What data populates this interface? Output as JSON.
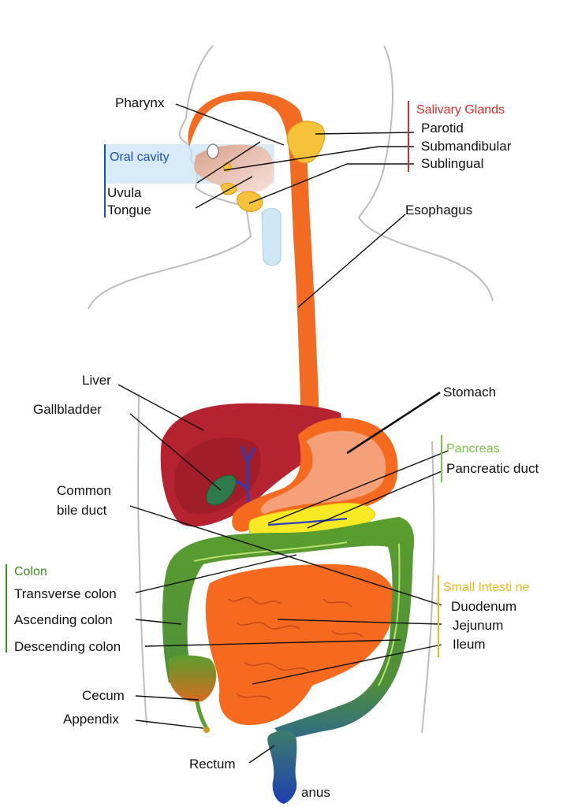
{
  "labels": {
    "pharynx": "Pharynx",
    "oral_cavity": "Oral cavity",
    "uvula": "Uvula",
    "tongue": "Tongue",
    "salivary_glands": "Salivary Glands",
    "parotid": "Parotid",
    "submandibular": "Submandibular",
    "sublingual": "Sublingual",
    "esophagus": "Esophagus",
    "liver": "Liver",
    "gallbladder": "Gallbladder",
    "stomach": "Stomach",
    "pancreas": "Pancreas",
    "pancreatic_duct": "Pancreatic duct",
    "common_bile_duct_1": "Common",
    "common_bile_duct_2": "bile duct",
    "colon": "Colon",
    "transverse_colon": "Transverse colon",
    "ascending_colon": "Ascending colon",
    "descending_colon": "Descending colon",
    "small_intestine": "Small Intesti ne",
    "duodenum": "Duodenum",
    "jejunum": "Jejunum",
    "ileum": "Ileum",
    "cecum": "Cecum",
    "appendix": "Appendix",
    "rectum": "Rectum",
    "anus": "anus"
  },
  "colors": {
    "salivary_glands": "#d62e2e",
    "oral_cavity": "#1f4fa8",
    "pancreas": "#7ac143",
    "colon": "#3d8c1f",
    "small_intestine": "#f2b81c",
    "esophagus": "#f26b22",
    "liver": "#b82230",
    "intestine": "#f56a1f"
  }
}
